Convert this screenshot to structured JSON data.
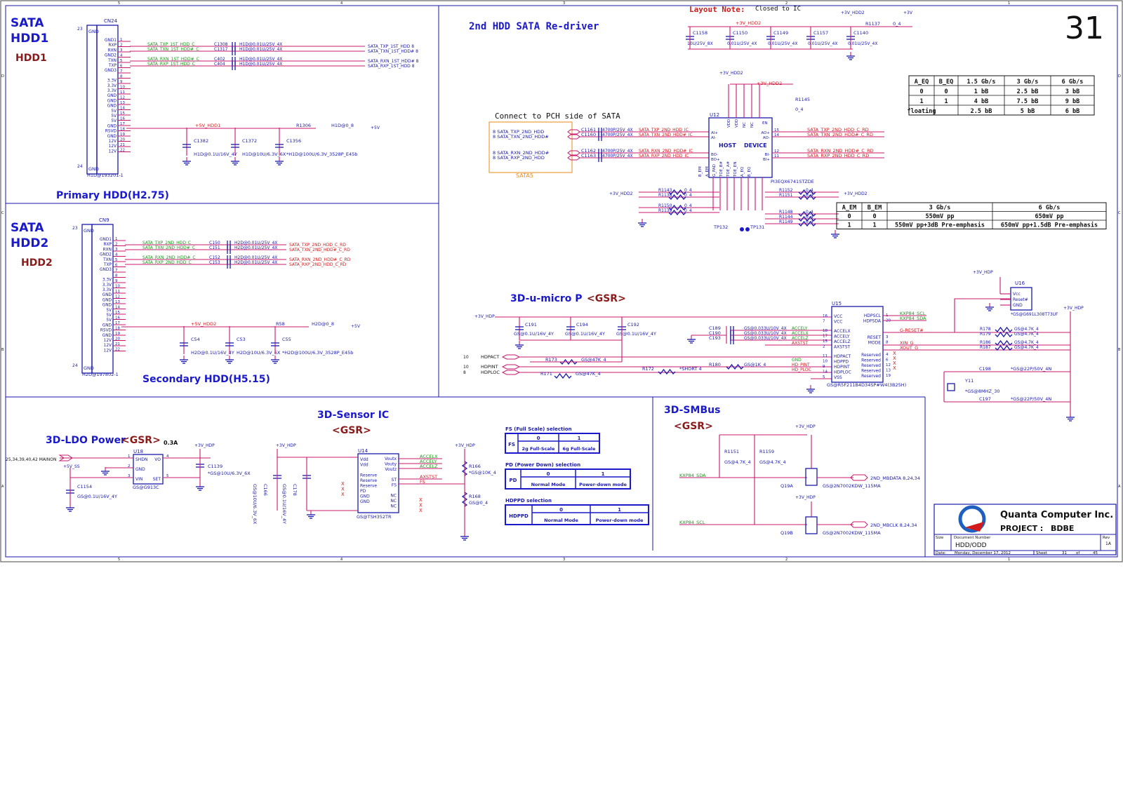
{
  "sheet": {
    "page_number": "31",
    "company": "Quanta Computer Inc.",
    "project_label": "PROJECT :",
    "project": "BDBE",
    "size_label": "Size",
    "docnum_label": "Document Number",
    "doc_title": "HDD/ODD",
    "rev_label": "Rev",
    "rev": "1A",
    "date_label": "Date:",
    "date": "Monday, December 17, 2012",
    "sheet_label": "Sheet",
    "sheet_num": "31",
    "of_label": "of",
    "sheet_total": "45",
    "border_cols": [
      "5",
      "4",
      "3",
      "2",
      "1"
    ],
    "border_rows": [
      "D",
      "C",
      "B",
      "A"
    ]
  },
  "sections": {
    "sata_hdd1": "SATA",
    "sata_hdd1_b": "HDD1",
    "hdd1_tag": "HDD1",
    "primary": "Primary HDD(H2.75)",
    "sata_hdd2": "SATA",
    "sata_hdd2_b": "HDD2",
    "hdd2_tag": "HDD2",
    "secondary": "Secondary HDD(H5.15)",
    "redriver": "2nd HDD SATA Re-driver",
    "layout_note": "Layout Note:",
    "closed_to_ic": "Closed to IC",
    "connect_pch": "Connect to PCH side of SATA",
    "sata5": "SATA5",
    "umicro": "3D-u-micro P",
    "umicro_gsr": "<GSR>",
    "sensor": "3D-Sensor IC",
    "sensor_gsr": "<GSR>",
    "ldo": "3D-LDO Power",
    "ldo_gsr": "<GSR>",
    "ldo_current": "0.3A",
    "smbus": "3D-SMBus",
    "smbus_gsr": "<GSR>"
  },
  "cn24": {
    "ref": "CN24",
    "part": "H1D@193201-1",
    "pins_left": [
      "GND1",
      "RXP",
      "RXN",
      "GND2",
      "TXN",
      "TXP",
      "GND3",
      "",
      "3.3V",
      "3.3V",
      "3.3V",
      "GND",
      "GND",
      "GND",
      "5V",
      "5V",
      "5V",
      "GND",
      "RSVD",
      "GND",
      "12V",
      "12V",
      "12V"
    ],
    "pin_nums": [
      "1",
      "2",
      "3",
      "4",
      "5",
      "6",
      "7",
      "8",
      "9",
      "10",
      "11",
      "12",
      "13",
      "14",
      "15",
      "16",
      "17",
      "18",
      "19",
      "20",
      "21",
      "22"
    ],
    "gnd_top": "GND",
    "gnd_bottom": "GND",
    "pin23": "23",
    "pin24": "24"
  },
  "cn9": {
    "ref": "CN9",
    "part": "H2D@197802-1",
    "pins_left": [
      "GND1",
      "RXP",
      "RXN",
      "GND2",
      "TXN",
      "TXP",
      "GND3",
      "",
      "3.3V",
      "3.3V",
      "3.3V",
      "GND",
      "GND",
      "GND",
      "5V",
      "5V",
      "5V",
      "GND",
      "RSVD",
      "GND",
      "12V",
      "12V",
      "12V"
    ],
    "pin_nums": [
      "1",
      "2",
      "3",
      "4",
      "5",
      "6",
      "7",
      "8",
      "9",
      "10",
      "11",
      "12",
      "13",
      "14",
      "15",
      "16",
      "17",
      "18",
      "19",
      "20",
      "21",
      "22"
    ],
    "gnd_top": "GND",
    "gnd_bottom": "GND",
    "pin23": "23",
    "pin24": "24"
  },
  "hdd1_nets": [
    {
      "net": "SATA_TXP_1ST_HDD_C",
      "cap": "C1308",
      "val": "H1D@0.01U/25V_4X",
      "out": "SATA_TXP_1ST_HDD  8"
    },
    {
      "net": "SATA_TXN_1ST_HDD#_C",
      "cap": "C1317",
      "val": "H1D@0.01U/25V_4X",
      "out": "SATA_TXN_1ST_HDD#  8"
    },
    {
      "net": "SATA_RXN_1ST_HDD#_C",
      "cap": "C402",
      "val": "H1D@0.01U/25V_4X",
      "out": "SATA_RXN_1ST_HDD#  8"
    },
    {
      "net": "SATA_RXP_1ST_HDD_C",
      "cap": "C404",
      "val": "H1D@0.01U/25V_4X",
      "out": "SATA_RXP_1ST_HDD  8"
    }
  ],
  "hdd1_power": {
    "net": "+5V_HDD1",
    "res": "R1306",
    "res_val": "H1D@0_8",
    "rail": "+5V",
    "caps": [
      {
        "ref": "C1382",
        "val": "H1D@0.1U/16V_4Y"
      },
      {
        "ref": "C1372",
        "val": "H1D@10U/6.3V_6X"
      },
      {
        "ref": "C1356",
        "val": "*H1D@100U/6.3V_3528P_E45b"
      }
    ]
  },
  "hdd2_nets": [
    {
      "net": "SATA_TXP_2ND_HDD_C",
      "cap": "C150",
      "val": "H2D@0.01U/25V_4X",
      "out": "SATA_TXP_2ND_HDD_C_RD"
    },
    {
      "net": "SATA_TXN_2ND_HDD#_C",
      "cap": "C151",
      "val": "H2D@0.01U/25V_4X",
      "out": "SATA_TXN_2ND_HDD#_C_RD"
    },
    {
      "net": "SATA_RXN_2ND_HDD#_C",
      "cap": "C152",
      "val": "H2D@0.01U/25V_4X",
      "out": "SATA_RXN_2ND_HDD#_C_RD"
    },
    {
      "net": "SATA_RXP_2ND_HDD_C",
      "cap": "C153",
      "val": "H2D@0.01U/25V_4X",
      "out": "SATA_RXP_2ND_HDD_C_RD"
    }
  ],
  "hdd2_power": {
    "net": "+5V_HDD2",
    "res": "R58",
    "res_val": "H2D@0_8",
    "rail": "+5V",
    "caps": [
      {
        "ref": "C54",
        "val": "H2D@0.1U/16V_4Y"
      },
      {
        "ref": "C53",
        "val": "H2D@10U/6.3V_6X"
      },
      {
        "ref": "C55",
        "val": "*H2D@100U/6.3V_3528P_E45b"
      }
    ]
  },
  "redriver": {
    "rail_hdd2": "+3V_HDD2",
    "rail_3v": "+3V",
    "r1137": "R1137",
    "r1137_val": "0_4",
    "caps": [
      {
        "ref": "C1158",
        "val": "10U/25V_8X"
      },
      {
        "ref": "C1150",
        "val": "0.01U/25V_4X"
      },
      {
        "ref": "C1149",
        "val": "0.01U/25V_4X"
      },
      {
        "ref": "C1157",
        "val": "0.01U/25V_4X"
      },
      {
        "ref": "C1140",
        "val": "0.01U/25V_4X"
      }
    ],
    "r1145": "R1145",
    "r1145_val": "0_4",
    "u12": "U12",
    "u12_part": "PI3EQX6741STZDE",
    "host": "HOST",
    "device": "DEVICE",
    "host_pins": [
      "AI+",
      "AI-",
      "BO-",
      "BO+"
    ],
    "dev_pins": [
      "AO+",
      "AO-",
      "BI-",
      "BI+"
    ],
    "top_pins": [
      "VDD",
      "VDD",
      "NC",
      "NC",
      "EN"
    ],
    "bottom_pins": [
      "B_EM",
      "A_EM",
      "G_PAD",
      "TOE_B#",
      "TOE_A#",
      "TOE_EN",
      "A_EQ",
      "B_EQ"
    ],
    "in_nets": [
      {
        "num": "8",
        "net": "SATA_TXP_2ND_HDD",
        "cap": "C1161",
        "val": "4700P/25V_4X",
        "cnet": "SATA_TXP_2ND_HDD_IC"
      },
      {
        "num": "8",
        "net": "SATA_TXN_2ND_HDD#",
        "cap": "C1160",
        "val": "4700P/25V_4X",
        "cnet": "SATA_TXN_2ND_HDD#_IC"
      },
      {
        "num": "8",
        "net": "SATA_RXN_2ND_HDD#",
        "cap": "C1162",
        "val": "4700P/25V_4X",
        "cnet": "SATA_RXN_2ND_HDD#_IC"
      },
      {
        "num": "8",
        "net": "SATA_RXP_2ND_HDD",
        "cap": "C1163",
        "val": "4700P/25V_4X",
        "cnet": "SATA_RXP_2ND_HDD_IC"
      }
    ],
    "out_nets": [
      "SATA_TXP_2ND_HDD_C_RD",
      "SATA_TXN_2ND_HDD#_C_RD",
      "SATA_RXN_2ND_HDD#_C_RD",
      "SATA_RXP_2ND_HDD_C_RD"
    ],
    "out_pins": [
      "15",
      "14",
      "12",
      "11"
    ],
    "res_left": [
      {
        "ref": "R1143",
        "val": "0_4"
      },
      {
        "ref": "R1138",
        "val": "0_4"
      },
      {
        "ref": "R1150",
        "val": "0_4"
      },
      {
        "ref": "R1139",
        "val": "0_4"
      }
    ],
    "res_right": [
      {
        "ref": "R1152",
        "val": "0_4"
      },
      {
        "ref": "R1151",
        "val": "0_4"
      },
      {
        "ref": "R1148",
        "val": "0_4"
      },
      {
        "ref": "R1144",
        "val": "0_4"
      },
      {
        "ref": "R1149",
        "val": "0_4"
      }
    ],
    "tp132": "TP132",
    "tp131": "TP131"
  },
  "eq_table": {
    "headers": [
      "A_EQ",
      "B_EQ",
      "1.5 Gb/s",
      "3 Gb/s",
      "6 Gb/s"
    ],
    "rows": [
      [
        "0",
        "0",
        "1 bB",
        "2.5 bB",
        "3 bB"
      ],
      [
        "1",
        "1",
        "4 bB",
        "7.5 bB",
        "9 bB"
      ],
      [
        "floating",
        "",
        "2.5 bB",
        "5 bB",
        "6 bB"
      ]
    ]
  },
  "em_table": {
    "headers": [
      "A_EM",
      "B_EM",
      "3 Gb/s",
      "6 Gb/s"
    ],
    "rows": [
      [
        "0",
        "0",
        "550mV pp",
        "650mV pp"
      ],
      [
        "1",
        "1",
        "550mV pp+3dB Pre-emphasis",
        "650mV pp+1.5dB Pre-emphasis"
      ]
    ]
  },
  "umicro": {
    "rail": "+3V_HDP",
    "caps_top": [
      {
        "ref": "C191",
        "val": "GS@0.1U/16V_4Y"
      },
      {
        "ref": "C194",
        "val": "GS@0.1U/16V_4Y"
      },
      {
        "ref": "C192",
        "val": "GS@0.1U/16V_4Y"
      }
    ],
    "caps_mid": [
      {
        "ref": "C189",
        "val": "GS@0.033U/10V_4X",
        "net": "ACCELY"
      },
      {
        "ref": "C190",
        "val": "GS@0.033U/10V_4X",
        "net": "ACCELX"
      },
      {
        "ref": "C193",
        "val": "GS@0.033U/10V_4X",
        "net": "ACCELZ"
      }
    ],
    "axstst": "AXSTST",
    "hdpact": "HDPACT",
    "hdpint": "HDPINT",
    "hdploc": "HDPLOC",
    "hdp_nums": [
      "10",
      "10",
      "8"
    ],
    "r173": "R173",
    "r173_val": "GS@47K_4",
    "r171": "R171",
    "r171_val": "GS@47K_4",
    "r172": "R172",
    "r172_val": "*SHORT 4",
    "r180": "R180",
    "r180_val": "GS@1K_4",
    "gnd_net": "GND",
    "hdpint_net": "HD_PINT",
    "hdploc_net": "HD_PLOC",
    "u15": "U15",
    "u15_part": "GS@R5F211B4D34SP#W4(3B25H)",
    "u15_left": [
      "VCC",
      "VCC",
      "ACCELX",
      "ACCELY",
      "ACCELZ",
      "AXSTST",
      "HDPACT",
      "HDPPD",
      "HDPINT",
      "HDPLOC",
      "VSS"
    ],
    "u15_left_pins": [
      "16",
      "7",
      "18",
      "17",
      "15",
      "2",
      "11",
      "10",
      "9",
      "14",
      "5"
    ],
    "u15_right": [
      "HDPSCL",
      "HDPSDA",
      "RESET",
      "MODE",
      "Reserved",
      "Reserved",
      "Reserved",
      "Reserved",
      "Reserved"
    ],
    "u15_right_pins": [
      "1",
      "20",
      "3",
      "8",
      "4",
      "6",
      "12",
      "13",
      "19"
    ],
    "kxp_scl": "KXP84_SCL",
    "kxp_sda": "KXP84_SDA",
    "g_reset": "G-RESET#",
    "xin": "XIN_G",
    "xout": "XOUT_G",
    "r178": "R178",
    "r179": "R179",
    "r186": "R186",
    "r187": "R187",
    "r_val": "GS@4.7K_4",
    "u16": "U16",
    "u16_pins": [
      "Vcc",
      "Reset#",
      "GND"
    ],
    "u16_part": "*GS@G691L308T73UF",
    "y11": "Y11",
    "y11_val": "*GS@8MHZ_30",
    "c198": "C198",
    "c198_val": "*GS@22P/50V_4N",
    "c197": "C197",
    "c197_val": "*GS@22P/50V_4N"
  },
  "ldo": {
    "mainon": "25,34,39,40,42  MAINON",
    "rail_ss": "+5V_SS",
    "rail": "+3V_HDP",
    "u18": "U18",
    "u18_pins_l": [
      "SHDN",
      "GND",
      "VIN"
    ],
    "u18_pins_r": [
      "VO",
      "",
      "SET"
    ],
    "u18_part": "GS@G913C",
    "c1154": "C1154",
    "c1154_val": "GS@0.1U/16V_4Y",
    "c1139": "C1139",
    "c1139_val": "*GS@10U/6.3V_6X"
  },
  "sensor": {
    "rail": "+3V_HDP",
    "u14": "U14",
    "u14_left": [
      "Vdd",
      "Vdd",
      "",
      "Reserve",
      "Reserve",
      "Reserve",
      "PD",
      "GND",
      "GND"
    ],
    "u14_right": [
      "Voutx",
      "Vouty",
      "Voutz",
      "",
      "ST",
      "FS",
      "",
      "NC",
      "NC",
      "NC"
    ],
    "u14_part": "GS@TSH352TR",
    "accelx": "ACCELX",
    "accely": "ACCELY",
    "accelz": "ACCELZ",
    "axstst": "AXSTST",
    "fs": "FS",
    "c166": "C166",
    "c166_val": "GS@10U/6.3V_6X",
    "c178": "C178",
    "c178_val": "GS@0.1U/16V_4Y",
    "r166": "R166",
    "r166_val": "*GS@10K_4",
    "r168": "R168",
    "r168_val": "GS@0_4"
  },
  "fs_table": {
    "title": "FS (Full Scale) selection",
    "label": "FS",
    "cols": [
      "0",
      "1"
    ],
    "vals": [
      "2g Full-Scale",
      "6g Full-Scale"
    ]
  },
  "pd_table": {
    "title": "PD (Power Down) selection",
    "label": "PD",
    "cols": [
      "0",
      "1"
    ],
    "vals": [
      "Normal Mode",
      "Power-down mode"
    ]
  },
  "hdppd_table": {
    "title": "HDPPD selection",
    "label": "HDPPD",
    "cols": [
      "0",
      "1"
    ],
    "vals": [
      "Normal Mode",
      "Power-down mode"
    ]
  },
  "smbus": {
    "rail": "+3V_HDP",
    "r1151": "R1151",
    "r1151_val": "GS@4.7K_4",
    "r1159": "R1159",
    "r1159_val": "GS@4.7K_4",
    "kxp_sda": "KXP84_SDA",
    "kxp_scl": "KXP84_SCL",
    "q19a": "Q19A",
    "q19b": "Q19B",
    "q_part": "GS@2N7002KDW_115MA",
    "sda_out": "2ND_MBDATA  8,24,34",
    "scl_out": "2ND_MBCLK  8,24,34"
  }
}
